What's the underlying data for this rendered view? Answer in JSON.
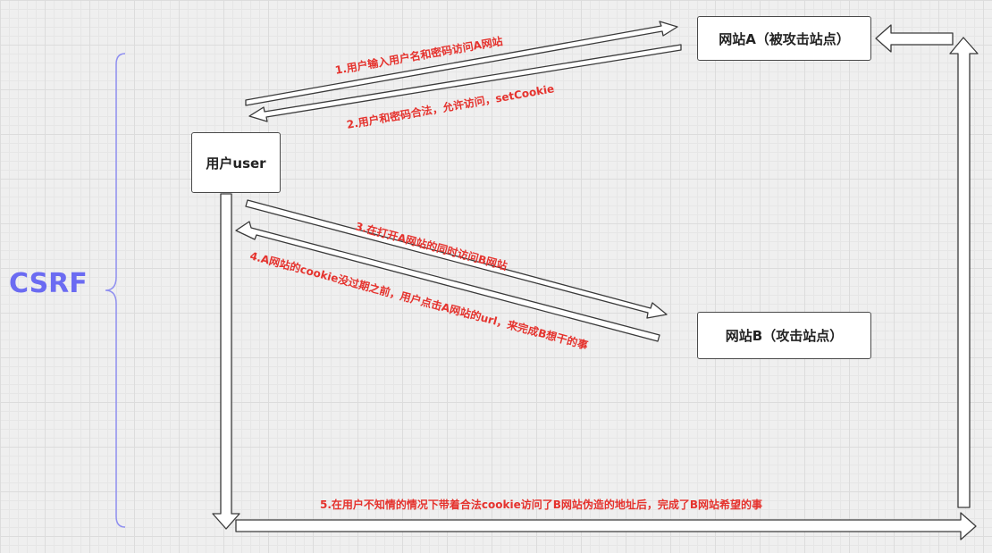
{
  "title": "CSRF",
  "nodes": {
    "site_a": "网站A（被攻击站点）",
    "user": "用户user",
    "site_b": "网站B（攻击站点）"
  },
  "steps": [
    "1.用户输入用户名和密码访问A网站",
    "2.用户和密码合法，允许访问，setCookie",
    "3.在打开A网站的同时访问B网站",
    "4.A网站的cookie没过期之前，用户点击A网站的url，来完成B想干的事",
    "5.在用户不知情的情况下带着合法cookie访问了B网站伪造的地址后，完成了B网站希望的事"
  ],
  "colors": {
    "label": "#e5322d",
    "title": "#6b6bf2",
    "arrow_stroke": "#3a3a3a",
    "brace": "#8f8ff0"
  }
}
